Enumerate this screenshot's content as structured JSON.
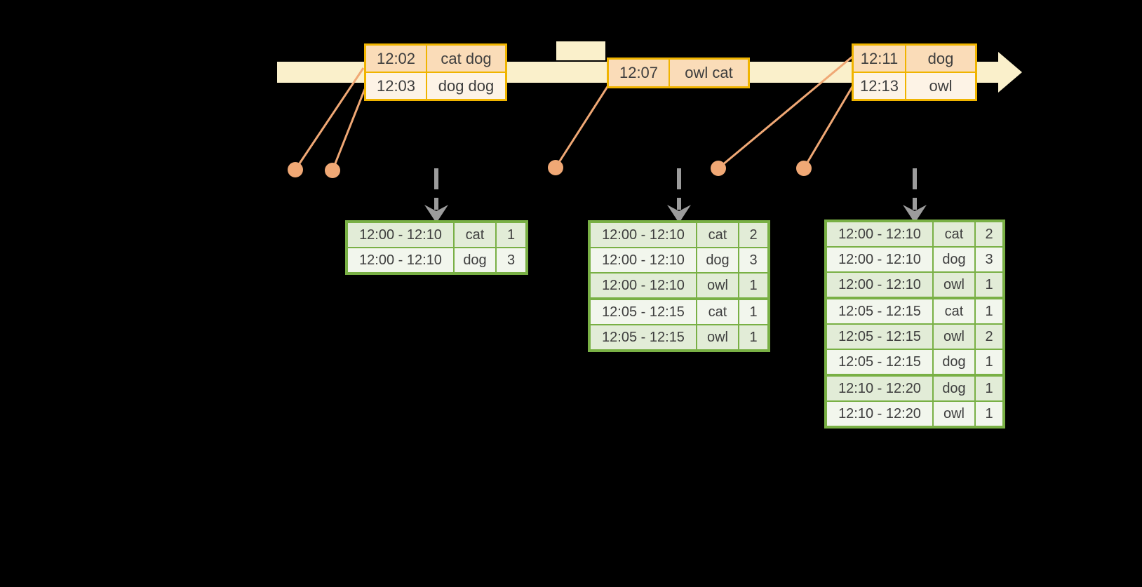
{
  "colors": {
    "background": "#000000",
    "timeline_fill": "#faf0cb",
    "event_box_border": "#f0b400",
    "event_row_peach": "#fadcb8",
    "event_row_cream": "#fdf3e6",
    "connector_orange": "#f0a875",
    "table_border_green": "#79b045",
    "table_row_green": "#e2ecd7",
    "table_row_white": "#f2f6ed",
    "trigger_arrow_gray": "#9c9c9c",
    "text": "#3e3e3e"
  },
  "event_boxes": [
    {
      "rows": [
        {
          "time": "12:02",
          "words": "cat dog"
        },
        {
          "time": "12:03",
          "words": "dog dog"
        }
      ]
    },
    {
      "rows": [
        {
          "time": "12:07",
          "words": "owl cat"
        }
      ]
    },
    {
      "rows": [
        {
          "time": "12:11",
          "words": "dog"
        },
        {
          "time": "12:13",
          "words": "owl"
        }
      ]
    }
  ],
  "result_tables": [
    {
      "rows": [
        {
          "window": "12:00 - 12:10",
          "word": "cat",
          "count": "1"
        },
        {
          "window": "12:00 - 12:10",
          "word": "dog",
          "count": "3"
        }
      ]
    },
    {
      "rows": [
        {
          "window": "12:00 - 12:10",
          "word": "cat",
          "count": "2"
        },
        {
          "window": "12:00 - 12:10",
          "word": "dog",
          "count": "3"
        },
        {
          "window": "12:00 - 12:10",
          "word": "owl",
          "count": "1"
        },
        {
          "window": "12:05 - 12:15",
          "word": "cat",
          "count": "1"
        },
        {
          "window": "12:05 - 12:15",
          "word": "owl",
          "count": "1"
        }
      ]
    },
    {
      "rows": [
        {
          "window": "12:00 - 12:10",
          "word": "cat",
          "count": "2"
        },
        {
          "window": "12:00 - 12:10",
          "word": "dog",
          "count": "3"
        },
        {
          "window": "12:00 - 12:10",
          "word": "owl",
          "count": "1"
        },
        {
          "window": "12:05 - 12:15",
          "word": "cat",
          "count": "1"
        },
        {
          "window": "12:05 - 12:15",
          "word": "owl",
          "count": "2"
        },
        {
          "window": "12:05 - 12:15",
          "word": "dog",
          "count": "1"
        },
        {
          "window": "12:10 - 12:20",
          "word": "dog",
          "count": "1"
        },
        {
          "window": "12:10 - 12:20",
          "word": "owl",
          "count": "1"
        }
      ]
    }
  ]
}
